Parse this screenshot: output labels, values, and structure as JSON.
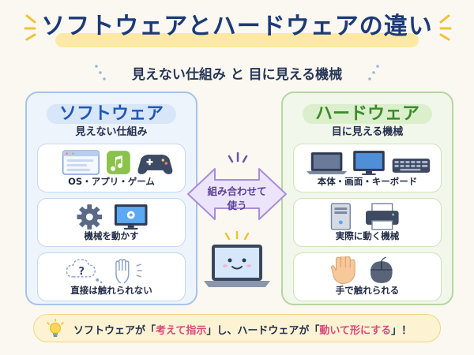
{
  "title": "ソフトウェアとハードウェアの違い",
  "subtitle": "見えない仕組み と 目に見える機械",
  "software": {
    "heading": "ソフトウェア",
    "subheading": "見えない仕組み",
    "cards": [
      {
        "label": "OS・アプリ・ゲーム",
        "icons": [
          "browser-window-icon",
          "music-app-icon",
          "game-controller-icon"
        ]
      },
      {
        "label": "機械を動かす",
        "icons": [
          "gear-icon",
          "monitor-gear-icon"
        ]
      },
      {
        "label": "直接は触れられない",
        "icons": [
          "thought-cloud-icon",
          "transparent-hand-icon"
        ]
      }
    ]
  },
  "hardware": {
    "heading": "ハードウェア",
    "subheading": "目に見える機械",
    "cards": [
      {
        "label": "本体・画面・キーボード",
        "icons": [
          "laptop-icon",
          "monitor-icon",
          "keyboard-icon"
        ]
      },
      {
        "label": "実際に動く機械",
        "icons": [
          "desktop-tower-icon",
          "printer-icon"
        ]
      },
      {
        "label": "手で触れられる",
        "icons": [
          "hand-icon",
          "mouse-icon"
        ]
      }
    ]
  },
  "center": {
    "text_line1": "組み合わせて",
    "text_line2": "使う"
  },
  "footer": {
    "part1": "ソフトウェアが「",
    "highlight1": "考えて指示",
    "part2": "」し、ハードウェアが「",
    "highlight2": "動いて形にする",
    "part3": "」！"
  },
  "colors": {
    "title": "#1d3a78",
    "software_accent": "#2059b3",
    "hardware_accent": "#3b8a2b",
    "center_accent": "#5b3f98",
    "highlight": "#d94a7c"
  }
}
